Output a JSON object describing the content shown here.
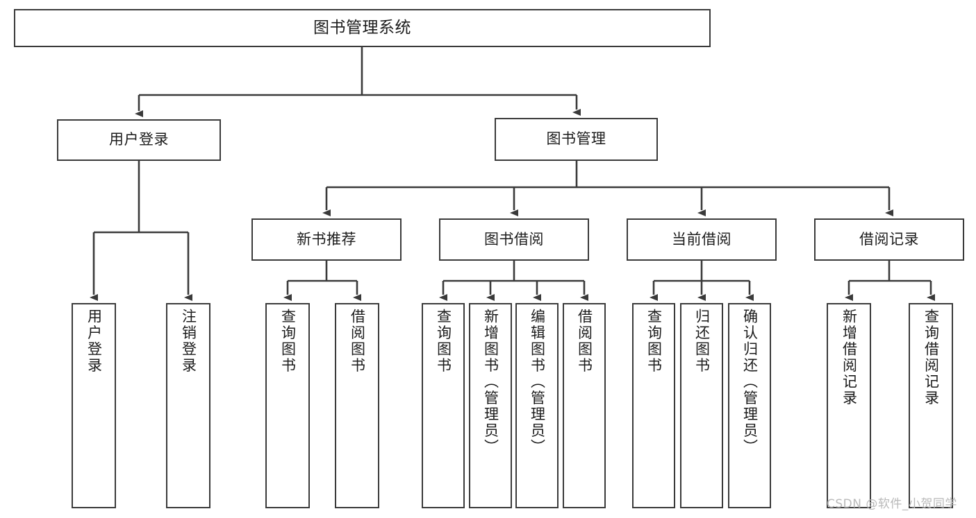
{
  "diagram": {
    "title": "图书管理系统",
    "stroke_color": "#3a3a3a",
    "fill_color": "#ffffff",
    "text_color": "#1b1b1b",
    "root": {
      "label": "图书管理系统"
    },
    "level2": [
      {
        "label": "用户登录"
      },
      {
        "label": "图书管理"
      }
    ],
    "level3": [
      {
        "label": "新书推荐"
      },
      {
        "label": "图书借阅"
      },
      {
        "label": "当前借阅"
      },
      {
        "label": "借阅记录"
      }
    ],
    "leaves": {
      "user_login": [
        {
          "label": "用户登录"
        },
        {
          "label": "注销登录"
        }
      ],
      "new_book": [
        {
          "label": "查询图书"
        },
        {
          "label": "借阅图书"
        }
      ],
      "book_borrow": [
        {
          "label": "查询图书"
        },
        {
          "label": "新增图书（管理员）"
        },
        {
          "label": "编辑图书（管理员）"
        },
        {
          "label": "借阅图书"
        }
      ],
      "current_borrow": [
        {
          "label": "查询图书"
        },
        {
          "label": "归还图书"
        },
        {
          "label": "确认归还（管理员）"
        }
      ],
      "borrow_record": [
        {
          "label": "新增借阅记录"
        },
        {
          "label": "查询借阅记录"
        }
      ]
    }
  },
  "watermark": {
    "text": "CSDN @软件_小贺同学"
  }
}
